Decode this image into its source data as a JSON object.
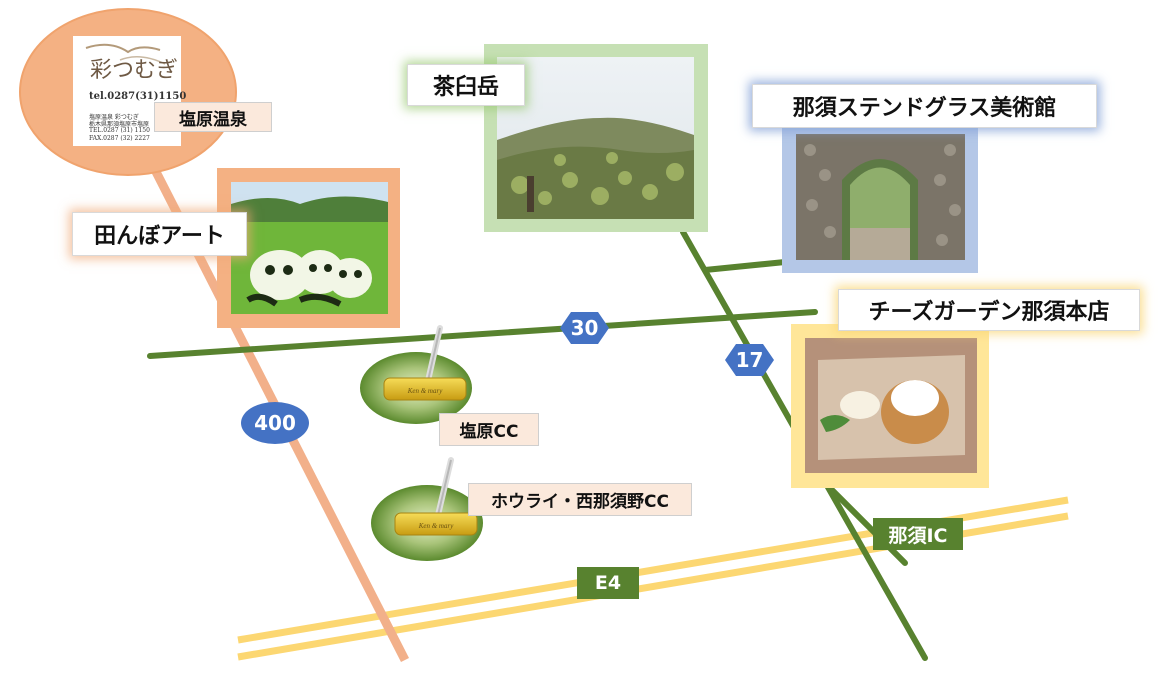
{
  "places": {
    "shiobara_onsen": {
      "label": "塩原温泉"
    },
    "chausudake": {
      "label": "茶臼岳"
    },
    "stained_glass": {
      "label": "那須ステンドグラス美術館"
    },
    "tanbo_art": {
      "label": "田んぼアート"
    },
    "cheese_garden": {
      "label": "チーズガーデン那須本店"
    },
    "shiobara_cc": {
      "label": "塩原CC"
    },
    "hourai_cc": {
      "label": "ホウライ・西那須野CC"
    },
    "nasu_ic": {
      "label": "那須IC"
    }
  },
  "inn_card": {
    "logo_text": "彩つむぎ",
    "tel": "tel.0287(31)1150",
    "line1": "塩原温泉 彩つむぎ",
    "line2": "栃木県那須塩原市塩原",
    "line3": "TEL.0287 (31) 1150",
    "line4": "FAX.0287 (32) 2227"
  },
  "roads": {
    "route_30": "30",
    "route_17": "17",
    "route_400": "400",
    "expressway": "E4"
  },
  "golf": {
    "ball_text": "Ken & mary"
  },
  "colors": {
    "orange_road": "#f2b08a",
    "green_road": "#58822f",
    "expressway": "#fcd772",
    "badge_blue": "#4472c4",
    "frame_green": "#c6e0b4",
    "frame_orange": "#f4b183",
    "frame_blue": "#b4c7e7",
    "frame_yellow": "#ffe699"
  }
}
